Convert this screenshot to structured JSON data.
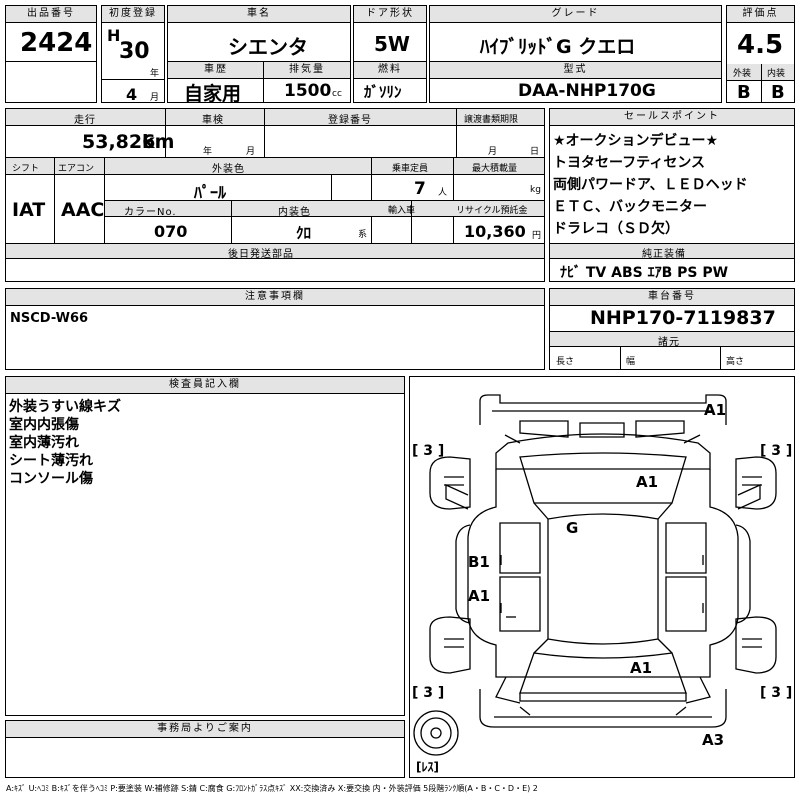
{
  "header": {
    "lot_label": "出品番号",
    "lot_no": "2424",
    "first_reg_label": "初度登録",
    "era": "H",
    "year": "30",
    "year_unit": "年",
    "month": "4",
    "month_unit": "月",
    "name_label": "車名",
    "car_name": "シエンタ",
    "history_label": "車歴",
    "history": "自家用",
    "displacement_label": "排気量",
    "displacement": "1500",
    "displacement_unit": "cc",
    "door_label": "ドア形状",
    "door": "5W",
    "fuel_label": "燃料",
    "fuel": "ｶﾞｿﾘﾝ",
    "grade_label": "グレード",
    "grade": "ﾊｲﾌﾞﾘｯﾄﾞG クエロ",
    "model_label": "型式",
    "model": "DAA-NHP170G",
    "score_label": "評価点",
    "score": "4.5",
    "exterior_label": "外装",
    "exterior": "B",
    "interior_label": "内装",
    "interior": "B"
  },
  "row2": {
    "mileage_label": "走行",
    "mileage": "53,826",
    "mileage_unit": "km",
    "inspection_label": "車検",
    "year_unit": "年",
    "month_unit": "月",
    "regno_label": "登録番号",
    "transfer_label": "譲渡書類期限",
    "t_month": "月",
    "t_day": "日",
    "shift_label": "シフト",
    "shift": "IAT",
    "ac_label": "エアコン",
    "ac": "AAC",
    "color_label": "外装色",
    "color": "ﾊﾟｰﾙ",
    "capacity_label": "乗車定員",
    "capacity": "7",
    "capacity_unit": "人",
    "load_label": "最大積載量",
    "load_unit": "kg",
    "color_no_label": "カラーNo.",
    "color_no": "070",
    "int_color_label": "内装色",
    "int_color": "ｸﾛ",
    "int_color_unit": "系",
    "import_label": "輸入車",
    "recycle_label": "リサイクル預託金",
    "recycle": "10,360",
    "recycle_unit": "円",
    "later_label": "後日発送部品"
  },
  "sales": {
    "label": "セールスポイント",
    "lines": [
      "★オークションデビュー★",
      "トヨタセーフティセンス",
      "両側パワードア、ＬＥＤヘッド",
      "ＥＴＣ、バックモニター",
      "ドラレコ（ＳＤ欠）"
    ]
  },
  "equipment": {
    "label": "純正装備",
    "items": "ﾅﾋﾞ TV ABS ｴｱB PS PW"
  },
  "notes": {
    "label": "注意事項欄",
    "text": "NSCD-W66"
  },
  "chassis": {
    "label": "車台番号",
    "number": "NHP170-7119837",
    "spec_label": "諸元",
    "length": "長さ",
    "width": "幅",
    "height": "高さ"
  },
  "inspector": {
    "label": "検査員記入欄",
    "lines": [
      "外装うすい線キズ",
      "室内内張傷",
      "室内薄汚れ",
      "シート薄汚れ",
      "コンソール傷"
    ]
  },
  "office": {
    "label": "事務局よりご案内"
  },
  "diagram": {
    "marks": {
      "front_bumper": "A1",
      "hood": "A1",
      "roof": "G",
      "left_front_door": "B1",
      "left_rear_door": "A1",
      "rear_glass": "A1",
      "rear_bumper": "A3"
    },
    "tires": {
      "fl": "[ 3 ]",
      "fr": "[ 3 ]",
      "rl": "[ 3 ]",
      "rr": "[ 3 ]"
    },
    "spare": "[ﾚｽ]"
  },
  "legend": "A:ｷｽﾞ U:ﾍｺﾐ B:ｷｽﾞを伴うﾍｺﾐ P:要塗装 W:補修跡 S:錆 C:腐食 G:ﾌﾛﾝﾄｶﾞﾗｽ点ｷｽﾞ XX:交換済み X:要交換 内・外装評価 5段階ﾗﾝｸ順(A・B・C・D・E) 2"
}
